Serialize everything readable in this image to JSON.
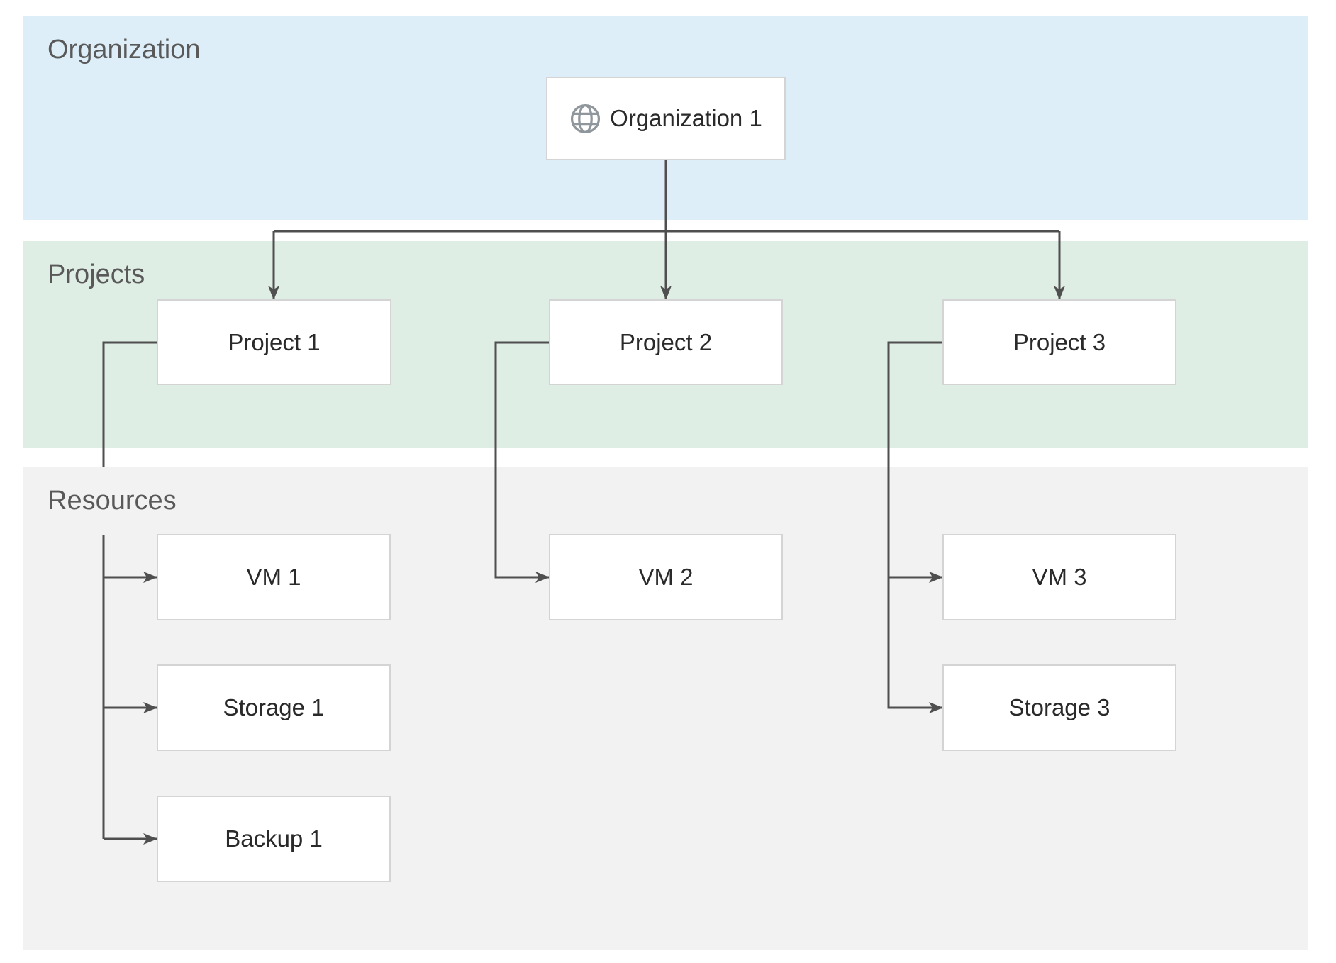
{
  "lanes": [
    {
      "id": "organization",
      "label": "Organization",
      "fill": "#ddeef8"
    },
    {
      "id": "projects",
      "label": "Projects",
      "fill": "#dfeee4"
    },
    {
      "id": "resources",
      "label": "Resources",
      "fill": "#f2f2f2"
    }
  ],
  "nodes": [
    {
      "id": "organization-1",
      "label": "Organization 1",
      "icon": "globe-icon",
      "lane": "organization"
    },
    {
      "id": "project-1",
      "label": "Project 1",
      "lane": "projects"
    },
    {
      "id": "project-2",
      "label": "Project 2",
      "lane": "projects"
    },
    {
      "id": "project-3",
      "label": "Project 3",
      "lane": "projects"
    },
    {
      "id": "vm-1",
      "label": "VM 1",
      "lane": "resources"
    },
    {
      "id": "storage-1",
      "label": "Storage 1",
      "lane": "resources"
    },
    {
      "id": "backup-1",
      "label": "Backup 1",
      "lane": "resources"
    },
    {
      "id": "vm-2",
      "label": "VM 2",
      "lane": "resources"
    },
    {
      "id": "vm-3",
      "label": "VM 3",
      "lane": "resources"
    },
    {
      "id": "storage-3",
      "label": "Storage 3",
      "lane": "resources"
    }
  ],
  "colors": {
    "lane_organization_fill": "#ddeef8",
    "lane_projects_fill": "#dfeee4",
    "lane_resources_fill": "#f2f2f2",
    "lane_label_text": "#595959",
    "node_border": "#d4d4d4",
    "node_text": "#2a2a2a",
    "connector_stroke": "#4f4f4f",
    "globe_icon_stroke": "#8f969c"
  },
  "edges": [
    {
      "from": "organization-1",
      "to": "project-1"
    },
    {
      "from": "organization-1",
      "to": "project-2"
    },
    {
      "from": "organization-1",
      "to": "project-3"
    },
    {
      "from": "project-1",
      "to": "vm-1"
    },
    {
      "from": "project-1",
      "to": "storage-1"
    },
    {
      "from": "project-1",
      "to": "backup-1"
    },
    {
      "from": "project-2",
      "to": "vm-2"
    },
    {
      "from": "project-3",
      "to": "vm-3"
    },
    {
      "from": "project-3",
      "to": "storage-3"
    }
  ]
}
